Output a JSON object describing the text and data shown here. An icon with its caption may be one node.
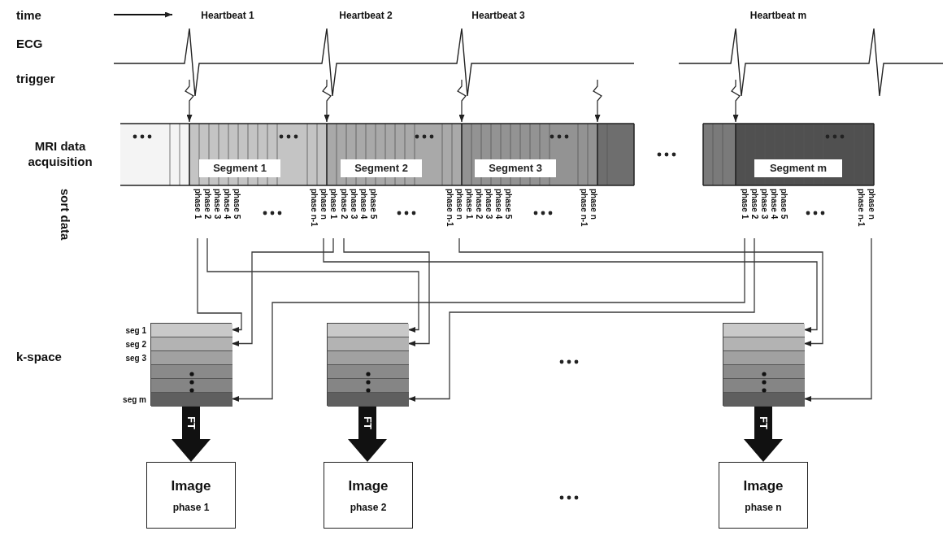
{
  "diagram": {
    "nodes": [
      {
        "text": [
          "Segment 1"
        ]
      },
      {
        "text": [
          "Segment 2"
        ]
      },
      {
        "text": [
          "Segment 3"
        ]
      },
      {
        "text": [
          "Segment m"
        ]
      },
      {
        "text": [
          "phase 1"
        ]
      },
      {
        "text": [
          "phase 2"
        ]
      },
      {
        "text": [
          "phase n"
        ]
      },
      {
        "text": [
          "phase 1"
        ]
      },
      {
        "text": [
          "phase 2"
        ]
      },
      {
        "text": [
          "phase n"
        ]
      },
      {
        "text": [
          "phase 1"
        ]
      },
      {
        "text": [
          "phase 2"
        ]
      },
      {
        "text": [
          "phase n"
        ]
      },
      {
        "text": [],
        "shape": "box"
      },
      {
        "text": [],
        "shape": "bar",
        "in": 13
      },
      {
        "text": [],
        "shape": "bar",
        "in": 13
      },
      {
        "text": [],
        "shape": "bar",
        "in": 13
      },
      {
        "text": [],
        "shape": "bar",
        "in": 13
      },
      {
        "text": [],
        "shape": "bar",
        "in": 13
      },
      {
        "text": [],
        "shape": "bar",
        "in": 13
      },
      {
        "text": [],
        "shape": "box"
      },
      {
        "text": [],
        "shape": "bar",
        "in": 20
      },
      {
        "text": [],
        "shape": "bar",
        "in": 20
      },
      {
        "text": [],
        "shape": "bar",
        "in": 20
      },
      {
        "text": [],
        "shape": "bar",
        "in": 20
      },
      {
        "text": [],
        "shape": "bar",
        "in": 20
      },
      {
        "text": [],
        "shape": "bar",
        "in": 20
      },
      {
        "text": [],
        "shape": "box"
      },
      {
        "text": [],
        "shape": "bar",
        "in": 27
      },
      {
        "text": [],
        "shape": "bar",
        "in": 27
      },
      {
        "text": [],
        "shape": "bar",
        "in": 27
      },
      {
        "text": [],
        "shape": "bar",
        "in": 27
      },
      {
        "text": [],
        "shape": "bar",
        "in": 27
      },
      {
        "text": [],
        "shape": "bar",
        "in": 27
      },
      {
        "text": [
          "Image",
          "phase 1"
        ]
      },
      {
        "text": [
          "Image",
          "phase 2"
        ]
      },
      {
        "text": [
          "Image",
          "phase n"
        ]
      }
    ],
    "edges": [
      {
        "from": 4,
        "to": 14,
        "arrow": "to"
      },
      {
        "from": 5,
        "to": 21,
        "arrow": "to"
      },
      {
        "from": 6,
        "to": 28,
        "arrow": "to"
      },
      {
        "from": 7,
        "to": 15,
        "arrow": "to"
      },
      {
        "from": 8,
        "to": 22,
        "arrow": "to"
      },
      {
        "from": 9,
        "to": 29,
        "arrow": "to"
      },
      {
        "from": 10,
        "to": 19,
        "arrow": "to"
      },
      {
        "from": 11,
        "to": 26,
        "arrow": "to"
      },
      {
        "from": 12,
        "to": 33,
        "arrow": "to"
      },
      {
        "from": 13,
        "to": 34,
        "arrow": "to",
        "label": "FT",
        "style": "thick"
      },
      {
        "from": 20,
        "to": 35,
        "arrow": "to",
        "label": "FT",
        "style": "thick"
      },
      {
        "from": 27,
        "to": 36,
        "arrow": "to",
        "label": "FT",
        "style": "thick"
      }
    ],
    "labels": [
      "time",
      "Heartbeat 1",
      "Heartbeat 2",
      "Heartbeat 3",
      "Heartbeat m",
      "ECG",
      "trigger",
      "MRI data acquisition",
      "phase 3",
      "phase 4",
      "phase 5",
      "phase n-1",
      "phase 3",
      "phase 4",
      "phase 5",
      "phase n-1",
      "phase 1",
      "phase 2",
      "phase 3",
      "phase 4",
      "phase 5",
      "phase n-1",
      "phase n",
      "phase 3",
      "phase 4",
      "phase 5",
      "phase n-1",
      "sort data",
      "k-space",
      "seg 1",
      "seg 2",
      "seg 3",
      "seg m"
    ]
  }
}
